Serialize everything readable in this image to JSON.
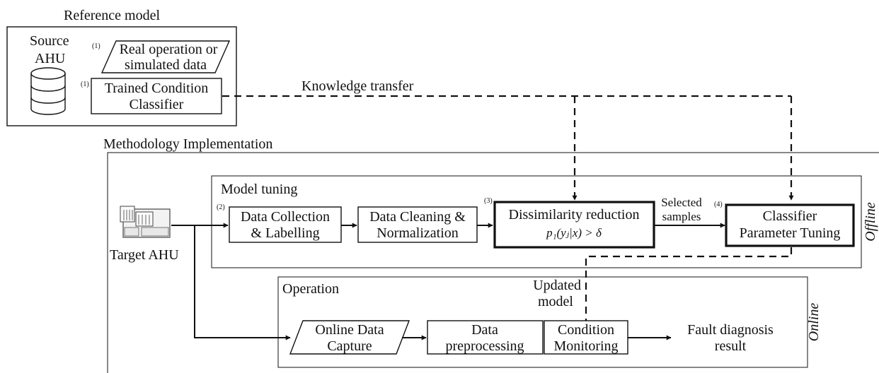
{
  "reference_model": {
    "title": "Reference model",
    "source_label_1": "Source",
    "source_label_2": "AHU",
    "data_box": {
      "num": "(1)",
      "line1": "Real operation or",
      "line2": "simulated data"
    },
    "classifier_box": {
      "num": "(1)",
      "line1": "Trained Condition",
      "line2": "Classifier"
    }
  },
  "knowledge_transfer": "Knowledge transfer",
  "methodology": {
    "title": "Methodology Implementation",
    "target_label": "Target AHU",
    "model_tuning": {
      "title": "Model tuning",
      "side_label": "Offline",
      "data_collection": {
        "num": "(2)",
        "line1": "Data Collection",
        "line2": "& Labelling"
      },
      "data_cleaning": {
        "line1": "Data Cleaning &",
        "line2": "Normalization"
      },
      "dissimilarity": {
        "num": "(3)",
        "line1": "Dissimilarity reduction",
        "formula": "p₁(yⱼ|x) > δ"
      },
      "selected_samples": {
        "line1": "Selected",
        "line2": "samples"
      },
      "classifier_tuning": {
        "num": "(4)",
        "line1": "Classifier",
        "line2": "Parameter Tuning"
      }
    },
    "updated_model": {
      "line1": "Updated",
      "line2": "model"
    },
    "operation": {
      "title": "Operation",
      "side_label": "Online",
      "online_capture": {
        "line1": "Online Data",
        "line2": "Capture"
      },
      "preprocessing": {
        "line1": "Data",
        "line2": "preprocessing"
      },
      "condition_monitoring": {
        "line1": "Condition",
        "line2": "Monitoring"
      },
      "result": {
        "line1": "Fault diagnosis",
        "line2": "result"
      }
    }
  }
}
